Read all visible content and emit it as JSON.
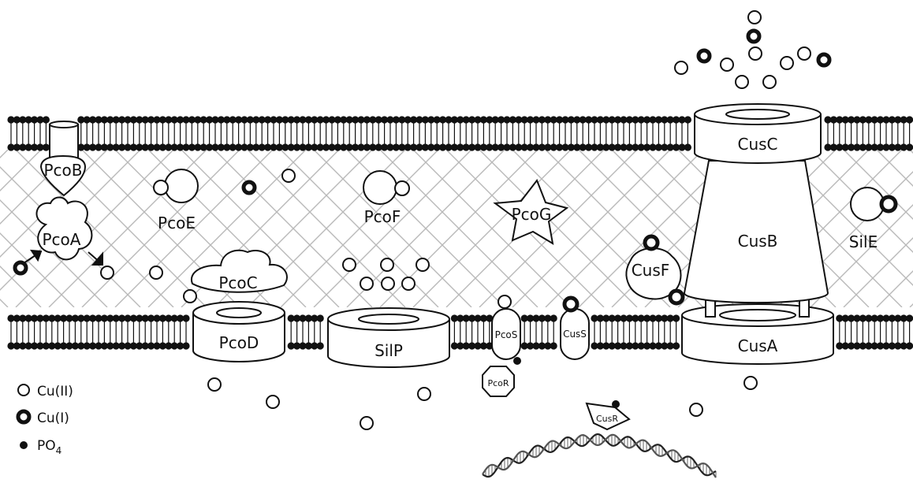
{
  "proteins": {
    "pcoA": "PcoA",
    "pcoB": "PcoB",
    "pcoC": "PcoC",
    "pcoD": "PcoD",
    "pcoE": "PcoE",
    "pcoF": "PcoF",
    "pcoG": "PcoG",
    "pcoR": "PcoR",
    "pcoS": "PcoS",
    "silP": "SilP",
    "silE": "SilE",
    "cusA": "CusA",
    "cusB": "CusB",
    "cusC": "CusC",
    "cusF": "CusF",
    "cusR": "CusR",
    "cusS": "CusS"
  },
  "legend": {
    "cu2": "Cu(II)",
    "cu1": "Cu(I)",
    "po4_main": "PO",
    "po4_sub": "4"
  },
  "colors": {
    "stroke": "#111111",
    "mesh": "#b9b9b9",
    "background": "#ffffff"
  }
}
